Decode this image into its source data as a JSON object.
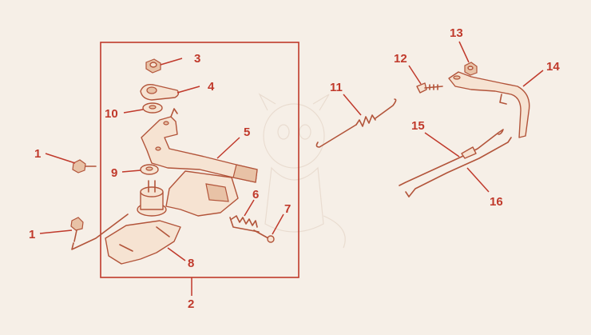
{
  "diagram": {
    "callouts": {
      "c1a": "1",
      "c1b": "1",
      "c2": "2",
      "c3": "3",
      "c4": "4",
      "c5": "5",
      "c6": "6",
      "c7": "7",
      "c8": "8",
      "c9": "9",
      "c10": "10",
      "c11": "11",
      "c12": "12",
      "c13": "13",
      "c14": "14",
      "c15": "15",
      "c16": "16"
    },
    "colors": {
      "callout": "#c0392b",
      "line_art": "#b2543a",
      "part_fill": "#f6e3d2",
      "background": "#f6efe7"
    }
  }
}
